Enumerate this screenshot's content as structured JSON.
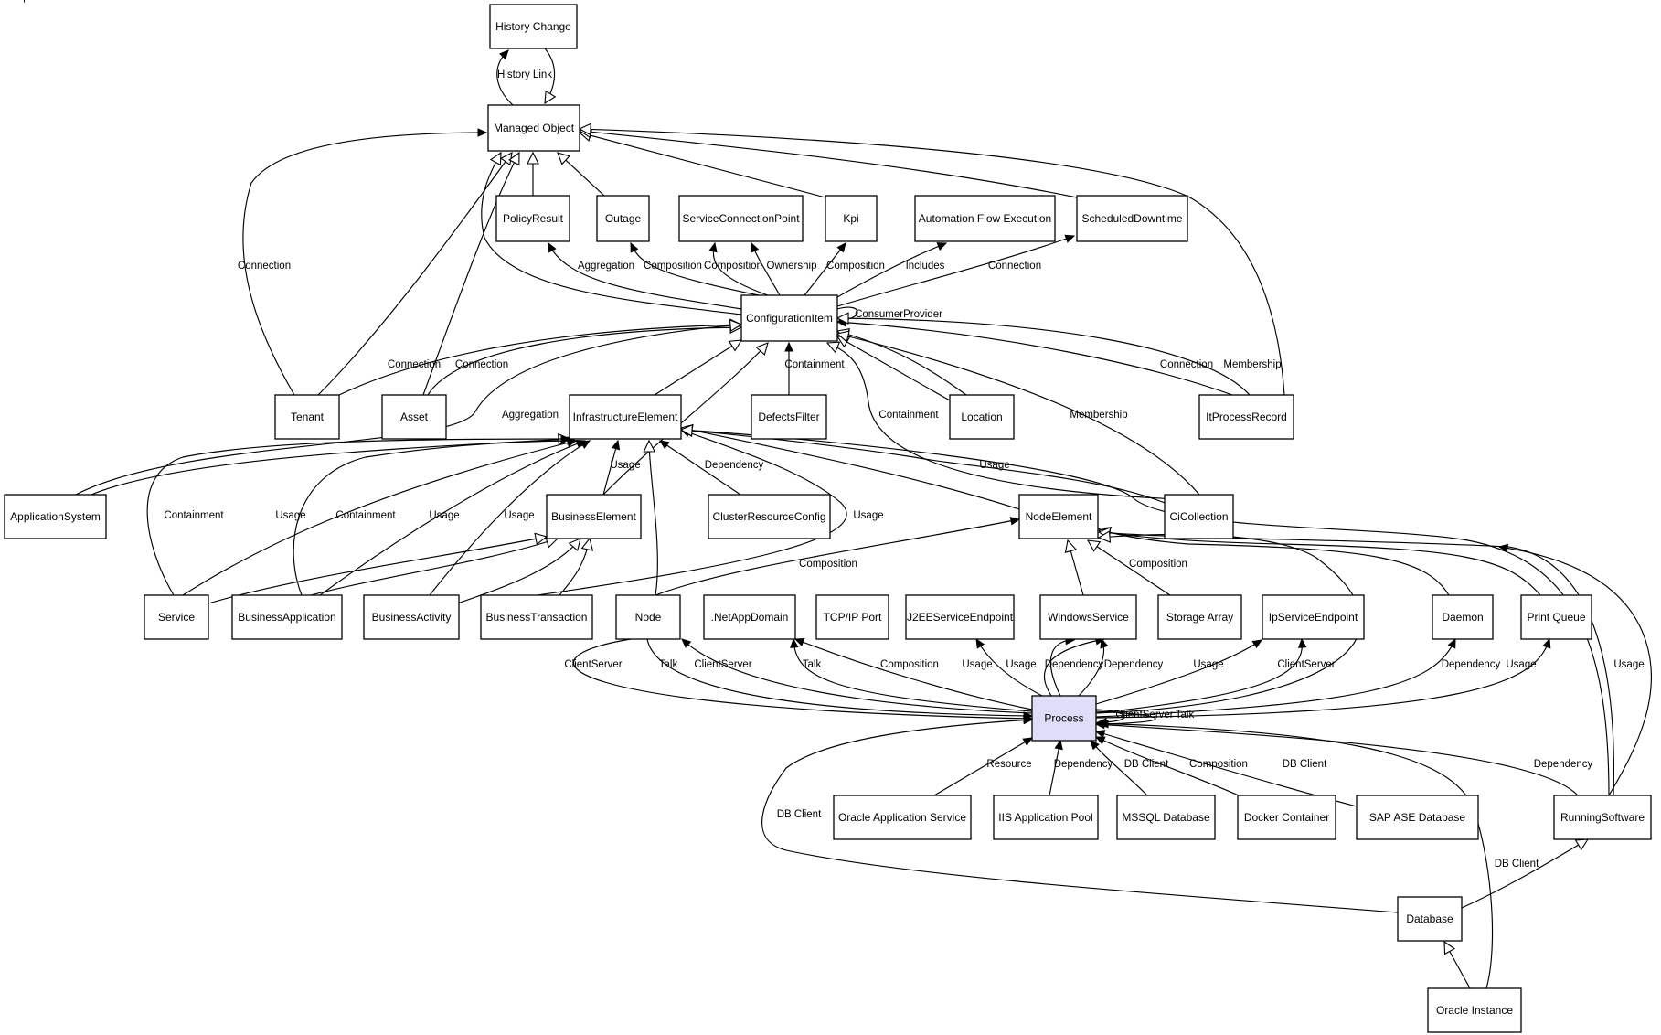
{
  "diagram": {
    "nodes": [
      {
        "id": "history_change",
        "label": "History Change"
      },
      {
        "id": "managed_object",
        "label": "Managed Object"
      },
      {
        "id": "policy_result",
        "label": "PolicyResult"
      },
      {
        "id": "outage",
        "label": "Outage"
      },
      {
        "id": "service_connection_point",
        "label": "ServiceConnectionPoint"
      },
      {
        "id": "kpi",
        "label": "Kpi"
      },
      {
        "id": "automation_flow_execution",
        "label": "Automation Flow Execution"
      },
      {
        "id": "scheduled_downtime",
        "label": "ScheduledDowntime"
      },
      {
        "id": "configuration_item",
        "label": "ConfigurationItem"
      },
      {
        "id": "tenant",
        "label": "Tenant"
      },
      {
        "id": "asset",
        "label": "Asset"
      },
      {
        "id": "infrastructure_element",
        "label": "InfrastructureElement"
      },
      {
        "id": "defects_filter",
        "label": "DefectsFilter"
      },
      {
        "id": "location",
        "label": "Location"
      },
      {
        "id": "it_process_record",
        "label": "ItProcessRecord"
      },
      {
        "id": "application_system",
        "label": "ApplicationSystem"
      },
      {
        "id": "business_element",
        "label": "BusinessElement"
      },
      {
        "id": "cluster_resource_config",
        "label": "ClusterResourceConfig"
      },
      {
        "id": "node_element",
        "label": "NodeElement"
      },
      {
        "id": "ci_collection",
        "label": "CiCollection"
      },
      {
        "id": "service",
        "label": "Service"
      },
      {
        "id": "business_application",
        "label": "BusinessApplication"
      },
      {
        "id": "business_activity",
        "label": "BusinessActivity"
      },
      {
        "id": "business_transaction",
        "label": "BusinessTransaction"
      },
      {
        "id": "node",
        "label": "Node"
      },
      {
        "id": "netapp_domain",
        "label": ".NetAppDomain"
      },
      {
        "id": "tcpip_port",
        "label": "TCP/IP Port"
      },
      {
        "id": "j2ee_service_endpoint",
        "label": "J2EEServiceEndpoint"
      },
      {
        "id": "windows_service",
        "label": "WindowsService"
      },
      {
        "id": "storage_array",
        "label": "Storage Array"
      },
      {
        "id": "ip_service_endpoint",
        "label": "IpServiceEndpoint"
      },
      {
        "id": "daemon",
        "label": "Daemon"
      },
      {
        "id": "print_queue",
        "label": "Print Queue"
      },
      {
        "id": "process",
        "label": "Process",
        "focus": true
      },
      {
        "id": "oracle_application_service",
        "label": "Oracle Application Service"
      },
      {
        "id": "iis_application_pool",
        "label": "IIS Application Pool"
      },
      {
        "id": "mssql_database",
        "label": "MSSQL Database"
      },
      {
        "id": "docker_container",
        "label": "Docker Container"
      },
      {
        "id": "sap_ase_database",
        "label": "SAP ASE Database"
      },
      {
        "id": "running_software",
        "label": "RunningSoftware"
      },
      {
        "id": "database",
        "label": "Database"
      },
      {
        "id": "oracle_instance",
        "label": "Oracle Instance"
      }
    ],
    "edges": [
      {
        "from": "managed_object",
        "to": "history_change",
        "label": "History Link",
        "kind": "association"
      },
      {
        "from": "history_change",
        "to": "managed_object",
        "label": "",
        "kind": "inheritance"
      },
      {
        "from": "policy_result",
        "to": "managed_object",
        "label": "",
        "kind": "inheritance"
      },
      {
        "from": "outage",
        "to": "managed_object",
        "label": "",
        "kind": "inheritance"
      },
      {
        "from": "kpi",
        "to": "managed_object",
        "label": "",
        "kind": "inheritance"
      },
      {
        "from": "scheduled_downtime",
        "to": "managed_object",
        "label": "",
        "kind": "inheritance"
      },
      {
        "from": "it_process_record",
        "to": "managed_object",
        "label": "",
        "kind": "inheritance"
      },
      {
        "from": "configuration_item",
        "to": "managed_object",
        "label": "",
        "kind": "inheritance"
      },
      {
        "from": "tenant",
        "to": "managed_object",
        "label": "",
        "kind": "inheritance"
      },
      {
        "from": "asset",
        "to": "managed_object",
        "label": "",
        "kind": "inheritance"
      },
      {
        "from": "tenant",
        "to": "managed_object",
        "label": "Connection",
        "kind": "association"
      },
      {
        "from": "configuration_item",
        "to": "policy_result",
        "label": "Aggregation",
        "kind": "association"
      },
      {
        "from": "configuration_item",
        "to": "outage",
        "label": "Composition",
        "kind": "association"
      },
      {
        "from": "configuration_item",
        "to": "service_connection_point",
        "label": "Composition",
        "kind": "association"
      },
      {
        "from": "configuration_item",
        "to": "service_connection_point",
        "label": "Ownership",
        "kind": "association"
      },
      {
        "from": "configuration_item",
        "to": "kpi",
        "label": "Composition",
        "kind": "association"
      },
      {
        "from": "configuration_item",
        "to": "automation_flow_execution",
        "label": "Includes",
        "kind": "association"
      },
      {
        "from": "configuration_item",
        "to": "scheduled_downtime",
        "label": "Connection",
        "kind": "association"
      },
      {
        "from": "configuration_item",
        "to": "configuration_item",
        "label": "ConsumerProvider",
        "kind": "association"
      },
      {
        "from": "tenant",
        "to": "configuration_item",
        "label": "Connection",
        "kind": "association"
      },
      {
        "from": "asset",
        "to": "configuration_item",
        "label": "Connection",
        "kind": "association"
      },
      {
        "from": "infrastructure_element",
        "to": "configuration_item",
        "label": "",
        "kind": "inheritance"
      },
      {
        "from": "business_element",
        "to": "configuration_item",
        "label": "",
        "kind": "inheritance"
      },
      {
        "from": "defects_filter",
        "to": "configuration_item",
        "label": "Containment",
        "kind": "association"
      },
      {
        "from": "location",
        "to": "configuration_item",
        "label": "",
        "kind": "inheritance"
      },
      {
        "from": "location",
        "to": "configuration_item",
        "label": "Membership",
        "kind": "association"
      },
      {
        "from": "it_process_record",
        "to": "configuration_item",
        "label": "Connection",
        "kind": "association"
      },
      {
        "from": "it_process_record",
        "to": "configuration_item",
        "label": "Membership",
        "kind": "association"
      },
      {
        "from": "ci_collection",
        "to": "configuration_item",
        "label": "Containment",
        "kind": "association"
      },
      {
        "from": "ci_collection",
        "to": "configuration_item",
        "label": "Membership",
        "kind": "association"
      },
      {
        "from": "application_system",
        "to": "configuration_item",
        "label": "Aggregation",
        "kind": "association"
      },
      {
        "from": "business_element",
        "to": "infrastructure_element",
        "label": "Usage",
        "kind": "association"
      },
      {
        "from": "cluster_resource_config",
        "to": "infrastructure_element",
        "label": "Dependency",
        "kind": "association"
      },
      {
        "from": "application_system",
        "to": "infrastructure_element",
        "label": "",
        "kind": "association"
      },
      {
        "from": "service",
        "to": "infrastructure_element",
        "label": "Containment",
        "kind": "association"
      },
      {
        "from": "service",
        "to": "infrastructure_element",
        "label": "Usage",
        "kind": "association"
      },
      {
        "from": "business_application",
        "to": "infrastructure_element",
        "label": "Containment",
        "kind": "association"
      },
      {
        "from": "business_application",
        "to": "infrastructure_element",
        "label": "Usage",
        "kind": "association"
      },
      {
        "from": "business_activity",
        "to": "infrastructure_element",
        "label": "Usage",
        "kind": "association"
      },
      {
        "from": "business_transaction",
        "to": "infrastructure_element",
        "label": "Usage",
        "kind": "association"
      },
      {
        "from": "node",
        "to": "infrastructure_element",
        "label": "",
        "kind": "inheritance"
      },
      {
        "from": "node_element",
        "to": "infrastructure_element",
        "label": "",
        "kind": "association"
      },
      {
        "from": "ci_collection",
        "to": "infrastructure_element",
        "label": "Usage",
        "kind": "association"
      },
      {
        "from": "running_software",
        "to": "infrastructure_element",
        "label": "",
        "kind": "association"
      },
      {
        "from": "service",
        "to": "business_element",
        "label": "",
        "kind": "inheritance"
      },
      {
        "from": "business_application",
        "to": "business_element",
        "label": "",
        "kind": "inheritance"
      },
      {
        "from": "business_activity",
        "to": "business_element",
        "label": "",
        "kind": "inheritance"
      },
      {
        "from": "business_transaction",
        "to": "business_element",
        "label": "",
        "kind": "inheritance"
      },
      {
        "from": "node",
        "to": "node_element",
        "label": "Composition",
        "kind": "association"
      },
      {
        "from": "windows_service",
        "to": "node_element",
        "label": "",
        "kind": "inheritance"
      },
      {
        "from": "storage_array",
        "to": "node_element",
        "label": "Composition",
        "kind": "association"
      },
      {
        "from": "daemon",
        "to": "node_element",
        "label": "",
        "kind": "inheritance"
      },
      {
        "from": "print_queue",
        "to": "node_element",
        "label": "",
        "kind": "inheritance"
      },
      {
        "from": "running_software",
        "to": "node_element",
        "label": "",
        "kind": "inheritance"
      },
      {
        "from": "process",
        "to": "node_element",
        "label": "",
        "kind": "inheritance"
      },
      {
        "from": "node",
        "to": "process",
        "label": "ClientServer",
        "kind": "association"
      },
      {
        "from": "node",
        "to": "process",
        "label": "Talk",
        "kind": "association"
      },
      {
        "from": "process",
        "to": "node",
        "label": "ClientServer",
        "kind": "association"
      },
      {
        "from": "process",
        "to": "node",
        "label": "Talk",
        "kind": "association"
      },
      {
        "from": "process",
        "to": "tcpip_port",
        "label": "Composition",
        "kind": "association"
      },
      {
        "from": "process",
        "to": "j2ee_service_endpoint",
        "label": "Usage",
        "kind": "association"
      },
      {
        "from": "process",
        "to": "windows_service",
        "label": "Usage",
        "kind": "association"
      },
      {
        "from": "windows_service",
        "to": "process",
        "label": "Dependency",
        "kind": "association"
      },
      {
        "from": "process",
        "to": "windows_service",
        "label": "Dependency",
        "kind": "association"
      },
      {
        "from": "process",
        "to": "ip_service_endpoint",
        "label": "Usage",
        "kind": "association"
      },
      {
        "from": "process",
        "to": "ip_service_endpoint",
        "label": "ClientServer",
        "kind": "association"
      },
      {
        "from": "process",
        "to": "daemon",
        "label": "Dependency",
        "kind": "association"
      },
      {
        "from": "process",
        "to": "print_queue",
        "label": "Usage",
        "kind": "association"
      },
      {
        "from": "running_software",
        "to": "process",
        "label": "Usage",
        "kind": "association"
      },
      {
        "from": "process",
        "to": "process",
        "label": "ClientServer",
        "kind": "association"
      },
      {
        "from": "process",
        "to": "process",
        "label": "Talk",
        "kind": "association"
      },
      {
        "from": "oracle_application_service",
        "to": "process",
        "label": "Resource",
        "kind": "association"
      },
      {
        "from": "iis_application_pool",
        "to": "process",
        "label": "Dependency",
        "kind": "association"
      },
      {
        "from": "mssql_database",
        "to": "process",
        "label": "DB Client",
        "kind": "association"
      },
      {
        "from": "docker_container",
        "to": "process",
        "label": "Composition",
        "kind": "association"
      },
      {
        "from": "sap_ase_database",
        "to": "process",
        "label": "DB Client",
        "kind": "association"
      },
      {
        "from": "running_software",
        "to": "process",
        "label": "Dependency",
        "kind": "association"
      },
      {
        "from": "database",
        "to": "process",
        "label": "DB Client",
        "kind": "association"
      },
      {
        "from": "oracle_instance",
        "to": "process",
        "label": "DB Client",
        "kind": "association"
      },
      {
        "from": "database",
        "to": "running_software",
        "label": "",
        "kind": "inheritance"
      },
      {
        "from": "oracle_instance",
        "to": "database",
        "label": "",
        "kind": "inheritance"
      }
    ]
  }
}
